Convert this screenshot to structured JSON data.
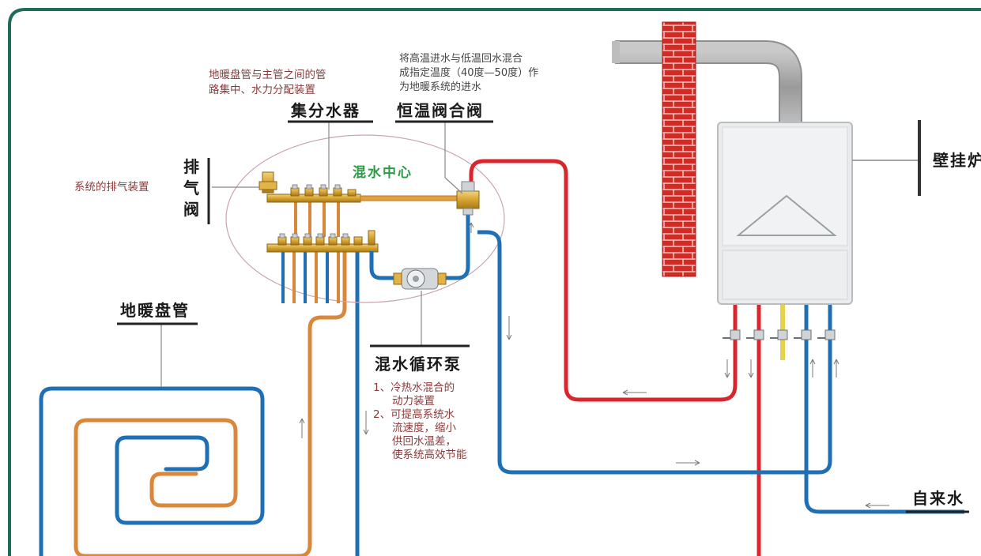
{
  "labels": {
    "manifold": "集分水器",
    "manifold_desc_1": "地暖盘管与主管之间的管",
    "manifold_desc_2": "路集中、水力分配装置",
    "valve": "恒温阀合阀",
    "valve_desc_1": "将高温进水与低温回水混合",
    "valve_desc_2": "成指定温度（40度—50度）作",
    "valve_desc_3": "为地暖系统的进水",
    "mix_center": "混水中心",
    "vent_1": "排",
    "vent_2": "气",
    "vent_3": "阀",
    "vent_desc": "系统的排气装置",
    "floor_coil": "地暖盘管",
    "pump": "混水循环泵",
    "pump_desc_1": "1、冷热水混合的",
    "pump_desc_2": "动力装置",
    "pump_desc_3": "2、可提高系统水",
    "pump_desc_4": "流速度，缩小",
    "pump_desc_5": "供回水温差，",
    "pump_desc_6": "使系统高效节能",
    "boiler": "壁挂炉",
    "tap_water": "自来水"
  },
  "colors": {
    "frame": "#1e6b5c",
    "hot_pipe": "#d9262c",
    "cold_pipe": "#1f6fb5",
    "floor_pipe": "#d9873a",
    "brick": "#d42a26",
    "flue": "#a7a7a7",
    "boiler_body": "#e9ebec",
    "brass": "#d9ad3a",
    "label_green": "#2e9a48"
  }
}
